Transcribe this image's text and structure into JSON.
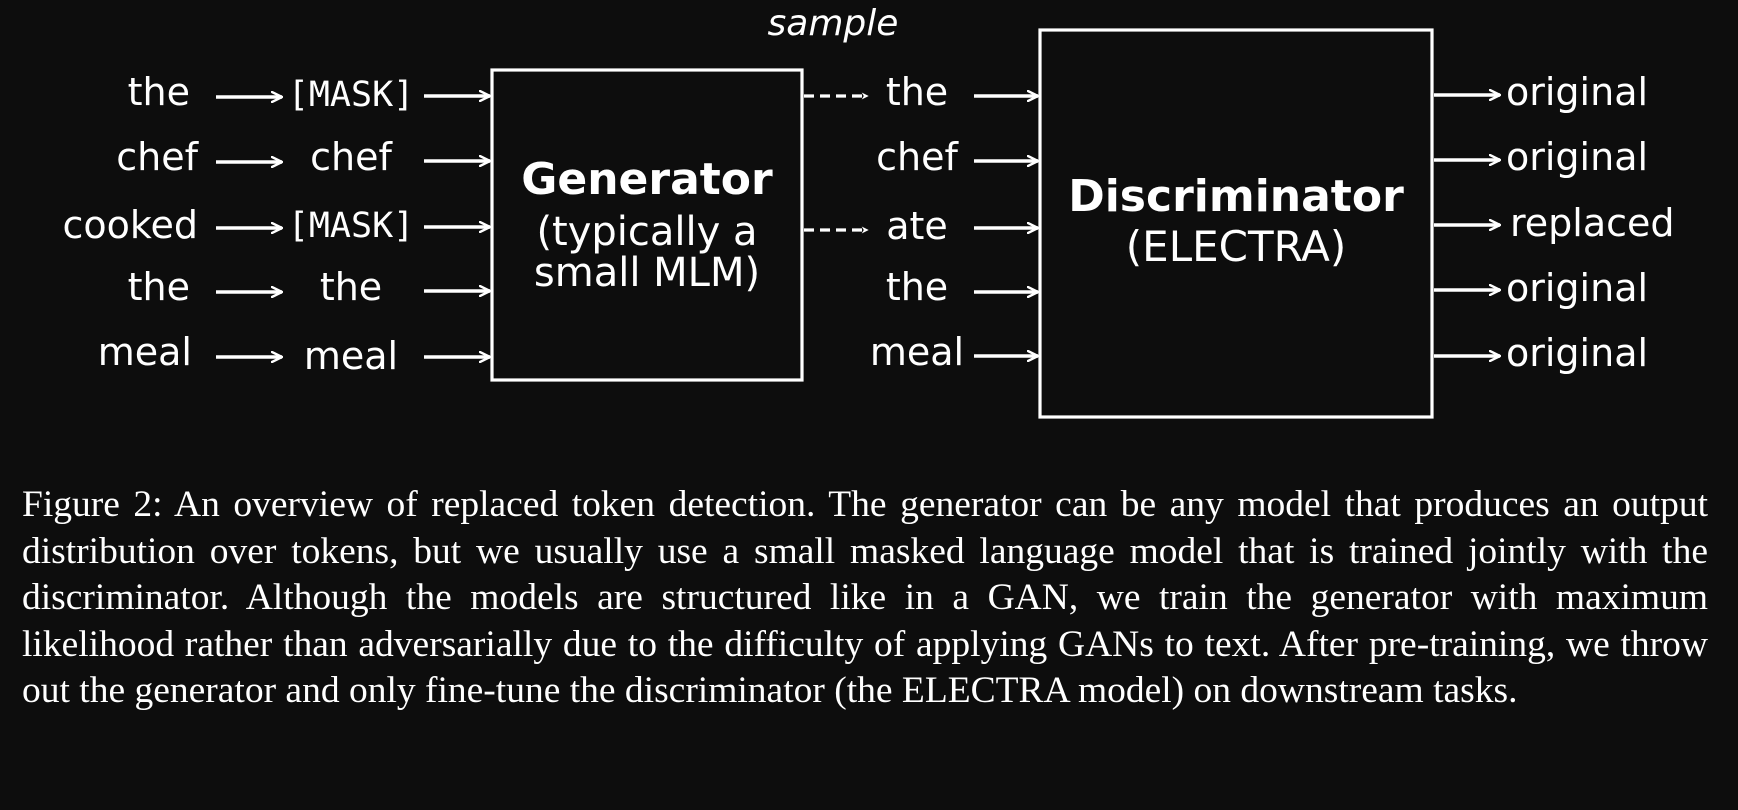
{
  "diagram": {
    "sample_label": "sample",
    "input_tokens": [
      "the",
      "chef",
      "cooked",
      "the",
      "meal"
    ],
    "masked_tokens": [
      "[MASK]",
      "chef",
      "[MASK]",
      "the",
      "meal"
    ],
    "generator": {
      "title": "Generator",
      "subtitle_line1": "(typically a",
      "subtitle_line2": "small MLM)"
    },
    "sampled_tokens": [
      "the",
      "chef",
      "ate",
      "the",
      "meal"
    ],
    "discriminator": {
      "title": "Discriminator",
      "subtitle": "(ELECTRA)"
    },
    "output_labels": [
      "original",
      "original",
      "replaced",
      "original",
      "original"
    ]
  },
  "caption": {
    "text": "Figure 2: An overview of replaced token detection. The generator can be any model that produces an output distribution over tokens, but we usually use a small masked language model that is trained jointly with the discriminator. Although the models are structured like in a GAN, we train the generator with maximum likelihood rather than adversarially due to the difficulty of applying GANs to text. After pre-training, we throw out the generator and only fine-tune the discriminator (the ELECTRA model) on downstream tasks."
  }
}
